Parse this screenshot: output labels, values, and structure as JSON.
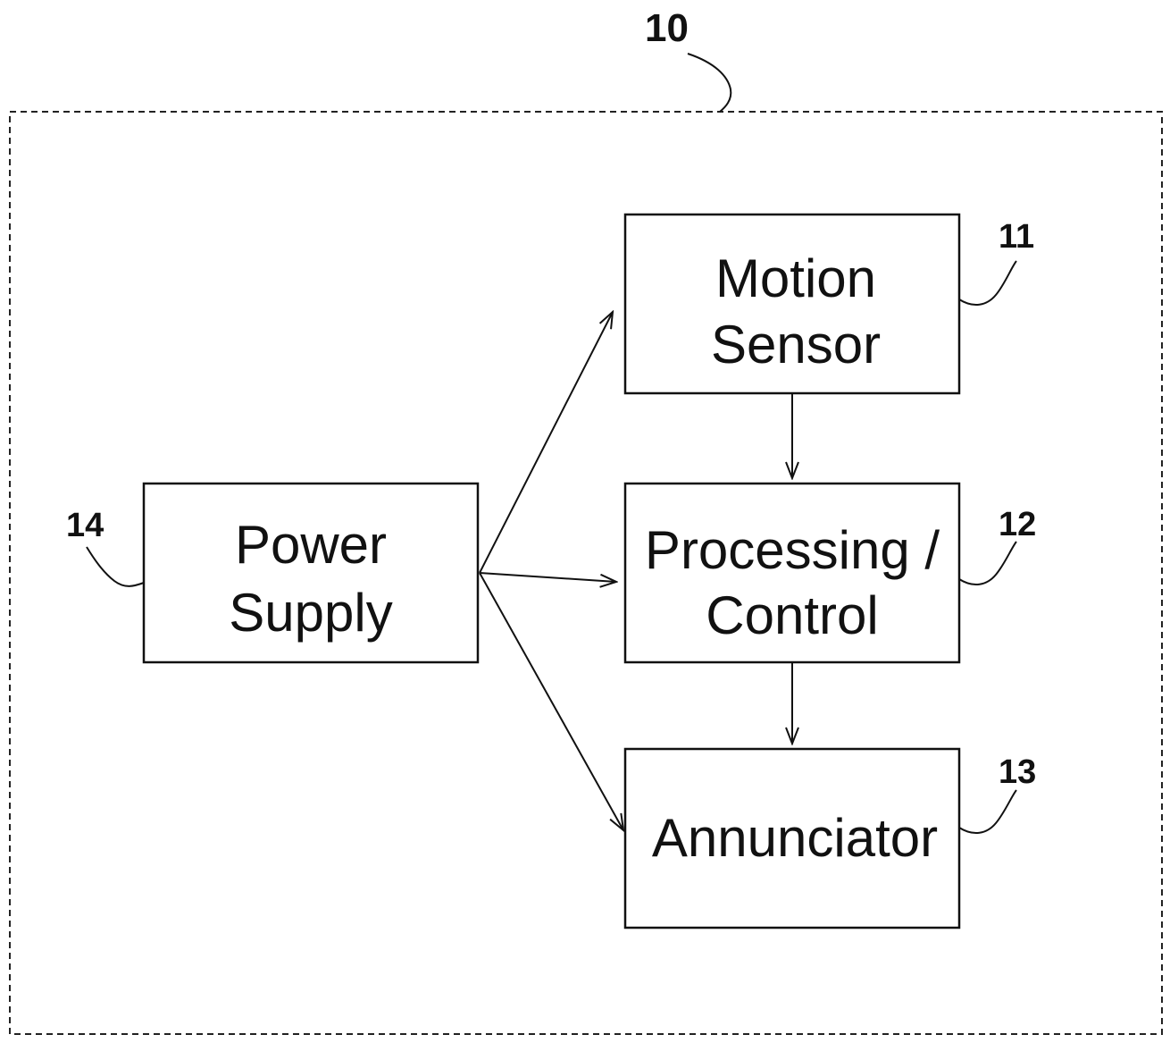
{
  "diagram": {
    "system_ref": "10",
    "blocks": {
      "motion_sensor": {
        "line1": "Motion",
        "line2": "Sensor",
        "ref": "11"
      },
      "processing_control": {
        "line1": "Processing /",
        "line2": "Control",
        "ref": "12"
      },
      "annunciator": {
        "line1": "Annunciator",
        "ref": "13"
      },
      "power_supply": {
        "line1": "Power",
        "line2": "Supply",
        "ref": "14"
      }
    },
    "connections": [
      {
        "from": "power_supply",
        "to": "motion_sensor"
      },
      {
        "from": "power_supply",
        "to": "processing_control"
      },
      {
        "from": "power_supply",
        "to": "annunciator"
      },
      {
        "from": "motion_sensor",
        "to": "processing_control"
      },
      {
        "from": "processing_control",
        "to": "annunciator"
      }
    ],
    "colors": {
      "stroke": "#111111",
      "background": "#ffffff"
    }
  }
}
